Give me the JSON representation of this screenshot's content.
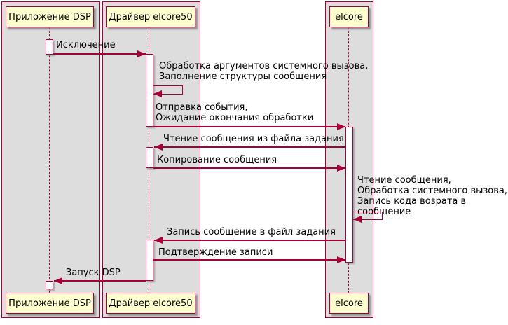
{
  "diagram_type": "uml-sequence-diagram",
  "colors": {
    "frame_border": "#a80036",
    "group_box_fill": "#dddddd",
    "participant_fill": "#fefece",
    "lifeline": "#a80036",
    "arrow": "#a80036",
    "text": "#000000",
    "background": "#ffffff"
  },
  "participants": [
    {
      "name": "Приложение DSP"
    },
    {
      "name": "Драйвер elcore50"
    },
    {
      "name": "elcore"
    }
  ],
  "messages": [
    {
      "label": "Исключение",
      "from": "Приложение DSP",
      "to": "Драйвер elcore50",
      "kind": "call"
    },
    {
      "label": "Обработка аргументов системного вызова,\nЗаполнение структуры сообщения",
      "from": "Драйвер elcore50",
      "to": "Драйвер elcore50",
      "kind": "self"
    },
    {
      "label": "Отправка события,\nОжидание окончания обработки",
      "from": "Драйвер elcore50",
      "to": "elcore",
      "kind": "call"
    },
    {
      "label": "Чтение сообщения из файла задания",
      "from": "elcore",
      "to": "Драйвер elcore50",
      "kind": "call"
    },
    {
      "label": "Копирование сообщения",
      "from": "Драйвер elcore50",
      "to": "elcore",
      "kind": "call"
    },
    {
      "label": "Чтение сообщения,\nОбработка системного вызова,\nЗапись кода возрата в сообщение",
      "from": "elcore",
      "to": "elcore",
      "kind": "self"
    },
    {
      "label": "Запись сообщение в файл задания",
      "from": "elcore",
      "to": "Драйвер elcore50",
      "kind": "call"
    },
    {
      "label": "Подтверждение записи",
      "from": "Драйвер elcore50",
      "to": "elcore",
      "kind": "call"
    },
    {
      "label": "Запуск DSP",
      "from": "Драйвер elcore50",
      "to": "Приложение DSP",
      "kind": "call"
    }
  ]
}
